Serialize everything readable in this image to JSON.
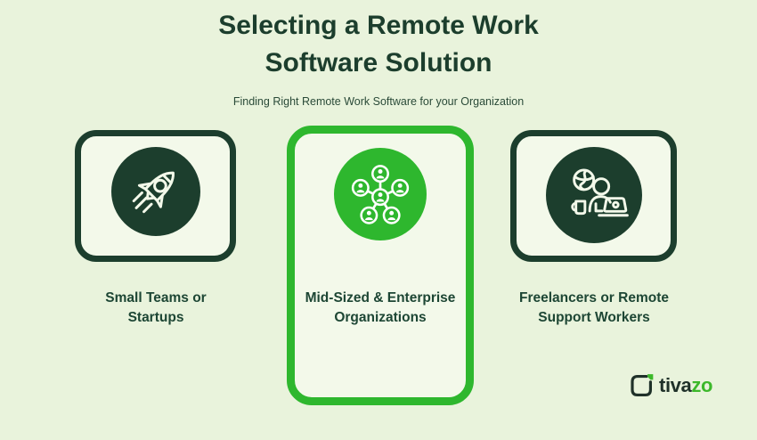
{
  "page": {
    "title_line1": "Selecting a Remote Work",
    "title_line2": "Software Solution",
    "subtitle": "Finding Right Remote Work Software for your Organization"
  },
  "cards": [
    {
      "id": "small-teams-or-startups",
      "icon": "rocket-icon",
      "label_line1": "Small Teams or",
      "label_line2": "Startups",
      "highlighted": false
    },
    {
      "id": "mid-sized-enterprise-organizations",
      "icon": "network-icon",
      "label_line1": "Mid-Sized & Enterprise",
      "label_line2": "Organizations",
      "highlighted": true
    },
    {
      "id": "freelancers-or-remote-support-workers",
      "icon": "freelancer-laptop-icon",
      "label_line1": "Freelancers or Remote",
      "label_line2": "Support Workers",
      "highlighted": false
    }
  ],
  "brand": {
    "logo_icon": "tivazo-logo-icon",
    "name_dark": "tiva",
    "name_accent": "zo"
  },
  "colors": {
    "background": "#e9f3dc",
    "card_background": "#f3f9ea",
    "dark_green": "#1c3e2d",
    "bright_green": "#2eb72e",
    "icon_stroke": "#f3f9ea",
    "text_dark": "#1d4634",
    "logo_text_dark": "#1f3129",
    "logo_text_accent": "#3cb82a"
  }
}
